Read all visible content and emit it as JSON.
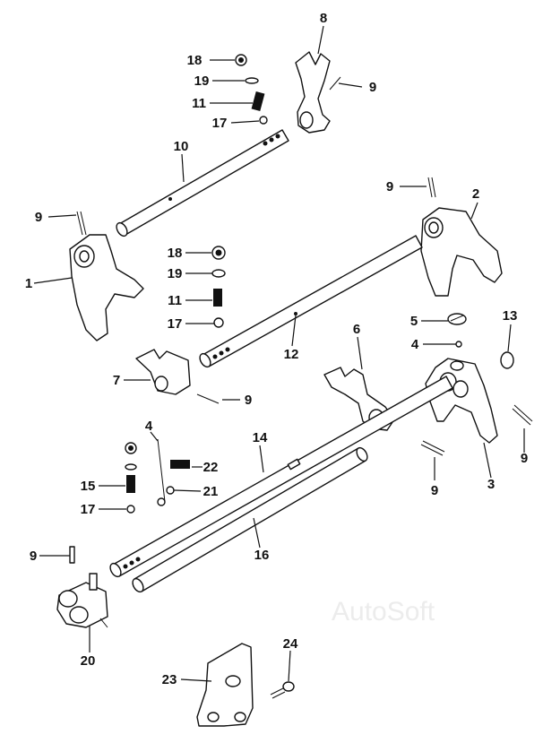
{
  "diagram": {
    "callouts": [
      {
        "id": "8",
        "text": "8"
      },
      {
        "id": "18a",
        "text": "18"
      },
      {
        "id": "19a",
        "text": "19"
      },
      {
        "id": "9a",
        "text": "9"
      },
      {
        "id": "11a",
        "text": "11"
      },
      {
        "id": "17a",
        "text": "17"
      },
      {
        "id": "10",
        "text": "10"
      },
      {
        "id": "9b",
        "text": "9"
      },
      {
        "id": "2",
        "text": "2"
      },
      {
        "id": "9c",
        "text": "9"
      },
      {
        "id": "18b",
        "text": "18"
      },
      {
        "id": "19b",
        "text": "19"
      },
      {
        "id": "1",
        "text": "1"
      },
      {
        "id": "11b",
        "text": "11"
      },
      {
        "id": "17b",
        "text": "17"
      },
      {
        "id": "12",
        "text": "12"
      },
      {
        "id": "5",
        "text": "5"
      },
      {
        "id": "13",
        "text": "13"
      },
      {
        "id": "6",
        "text": "6"
      },
      {
        "id": "4a",
        "text": "4"
      },
      {
        "id": "7",
        "text": "7"
      },
      {
        "id": "9d",
        "text": "9"
      },
      {
        "id": "4b",
        "text": "4"
      },
      {
        "id": "14",
        "text": "14"
      },
      {
        "id": "22",
        "text": "22"
      },
      {
        "id": "15",
        "text": "15"
      },
      {
        "id": "21",
        "text": "21"
      },
      {
        "id": "9e",
        "text": "9"
      },
      {
        "id": "3",
        "text": "3"
      },
      {
        "id": "9f",
        "text": "9"
      },
      {
        "id": "17c",
        "text": "17"
      },
      {
        "id": "9g",
        "text": "9"
      },
      {
        "id": "16",
        "text": "16"
      },
      {
        "id": "20",
        "text": "20"
      },
      {
        "id": "24",
        "text": "24"
      },
      {
        "id": "23",
        "text": "23"
      }
    ],
    "watermark": "AutoSoft"
  }
}
